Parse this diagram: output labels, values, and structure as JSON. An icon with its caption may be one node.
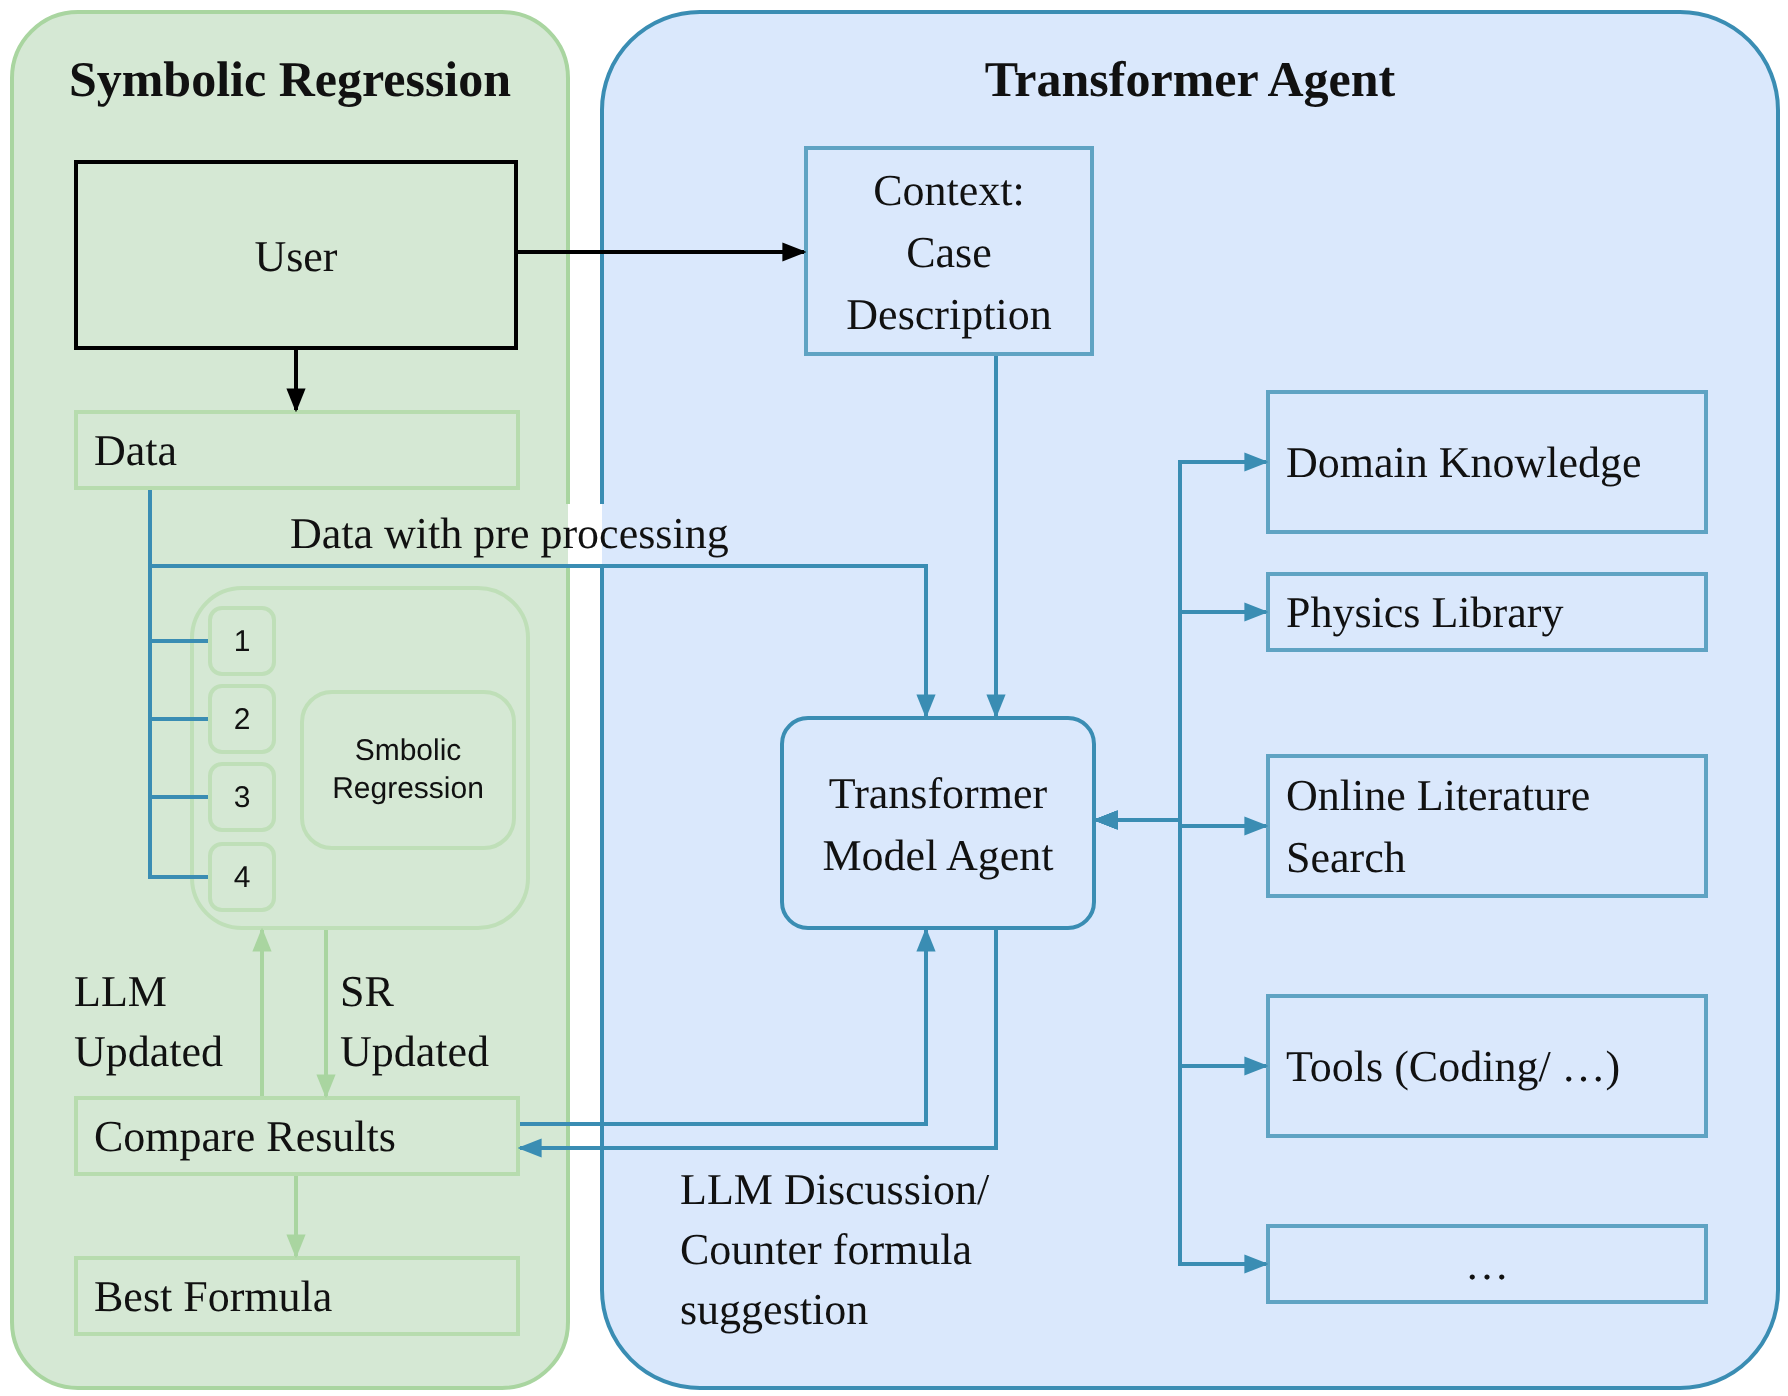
{
  "diagram": {
    "nodes": [
      {
        "text": [
          "Symbolic Regression"
        ]
      },
      {
        "text": [
          "Transformer Agent"
        ]
      },
      {
        "text": [
          "User"
        ],
        "in": 0
      },
      {
        "text": [
          "Data"
        ],
        "in": 0
      },
      {
        "text": [],
        "shape": "box",
        "in": 0
      },
      {
        "text": [
          "1"
        ],
        "in": 4
      },
      {
        "text": [
          "2"
        ],
        "in": 4
      },
      {
        "text": [
          "3"
        ],
        "in": 4
      },
      {
        "text": [
          "4"
        ],
        "in": 4
      },
      {
        "text": [
          "Smbolic Regression"
        ],
        "in": 4
      },
      {
        "text": [
          "Compare Results"
        ],
        "in": 0
      },
      {
        "text": [
          "Best Formula"
        ],
        "in": 0
      },
      {
        "text": [
          "Context: Case Description"
        ],
        "in": 1
      },
      {
        "text": [
          "Transformer Model Agent"
        ],
        "in": 1
      },
      {
        "text": [
          "Domain Knowledge"
        ],
        "in": 1
      },
      {
        "text": [
          "Physics Library"
        ],
        "in": 1
      },
      {
        "text": [
          "Online Literature Search"
        ],
        "in": 1
      },
      {
        "text": [
          "Tools (Coding/ …)"
        ],
        "in": 1
      },
      {
        "text": [
          "…"
        ],
        "in": 1
      }
    ],
    "edges": [
      {
        "from": 2,
        "to": 12,
        "arrow": "to",
        "color": "#000000"
      },
      {
        "from": 2,
        "to": 3,
        "arrow": "to",
        "color": "#000000"
      },
      {
        "from": 3,
        "to": 5,
        "arrow": "none"
      },
      {
        "from": 3,
        "to": 6,
        "arrow": "none"
      },
      {
        "from": 3,
        "to": 7,
        "arrow": "none"
      },
      {
        "from": 3,
        "to": 8,
        "arrow": "none"
      },
      {
        "from": 3,
        "to": 13,
        "arrow": "to",
        "label": "Data with pre processing"
      },
      {
        "from": 12,
        "to": 13,
        "arrow": "to"
      },
      {
        "from": 10,
        "to": 13,
        "arrow": "to"
      },
      {
        "from": 13,
        "to": 10,
        "arrow": "to",
        "label": "LLM Discussion/ Counter formula suggestion"
      },
      {
        "from": 13,
        "to": 14,
        "arrow": "both"
      },
      {
        "from": 13,
        "to": 15,
        "arrow": "both"
      },
      {
        "from": 13,
        "to": 16,
        "arrow": "both"
      },
      {
        "from": 13,
        "to": 17,
        "arrow": "both"
      },
      {
        "from": 13,
        "to": 18,
        "arrow": "both"
      },
      {
        "from": 10,
        "to": 4,
        "arrow": "to",
        "label": "LLM Updated",
        "color": "#a9d5a0"
      },
      {
        "from": 4,
        "to": 10,
        "arrow": "to",
        "label": "SR Updated",
        "color": "#a9d5a0"
      },
      {
        "from": 10,
        "to": 11,
        "arrow": "to",
        "color": "#a9d5a0"
      }
    ]
  }
}
